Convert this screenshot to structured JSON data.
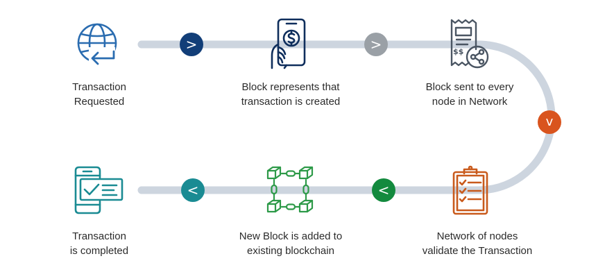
{
  "colors": {
    "track": "#cdd5df",
    "arrow_1": "#123e78",
    "arrow_2": "#9aa0a6",
    "arrow_3": "#d9541e",
    "arrow_4": "#138a3e",
    "arrow_5": "#1a8b93",
    "icon_1": "#2a6cb0",
    "icon_2": "#0f2e5c",
    "icon_3": "#4a5562",
    "icon_4": "#c95a1c",
    "icon_5": "#2d9a48",
    "icon_6": "#1a8b93"
  },
  "steps": [
    {
      "icon": "globe-arrow-icon",
      "line1": "Transaction",
      "line2": "Requested"
    },
    {
      "icon": "phone-dollar-icon",
      "line1": "Block represents that",
      "line2": "transaction is created"
    },
    {
      "icon": "receipt-share-icon",
      "line1": "Block sent to every",
      "line2": "node in Network"
    },
    {
      "icon": "clipboard-checklist-icon",
      "line1": "Network of nodes",
      "line2": "validate the Transaction"
    },
    {
      "icon": "blockchain-icon",
      "line1": "New Block is added to",
      "line2": "existing blockchain"
    },
    {
      "icon": "phone-check-icon",
      "line1": "Transaction",
      "line2": "is completed"
    }
  ],
  "arrows": [
    {
      "glyph": ">",
      "direction": "right"
    },
    {
      "glyph": ">",
      "direction": "right"
    },
    {
      "glyph": "v",
      "direction": "down"
    },
    {
      "glyph": "<",
      "direction": "left"
    },
    {
      "glyph": "<",
      "direction": "left"
    }
  ]
}
